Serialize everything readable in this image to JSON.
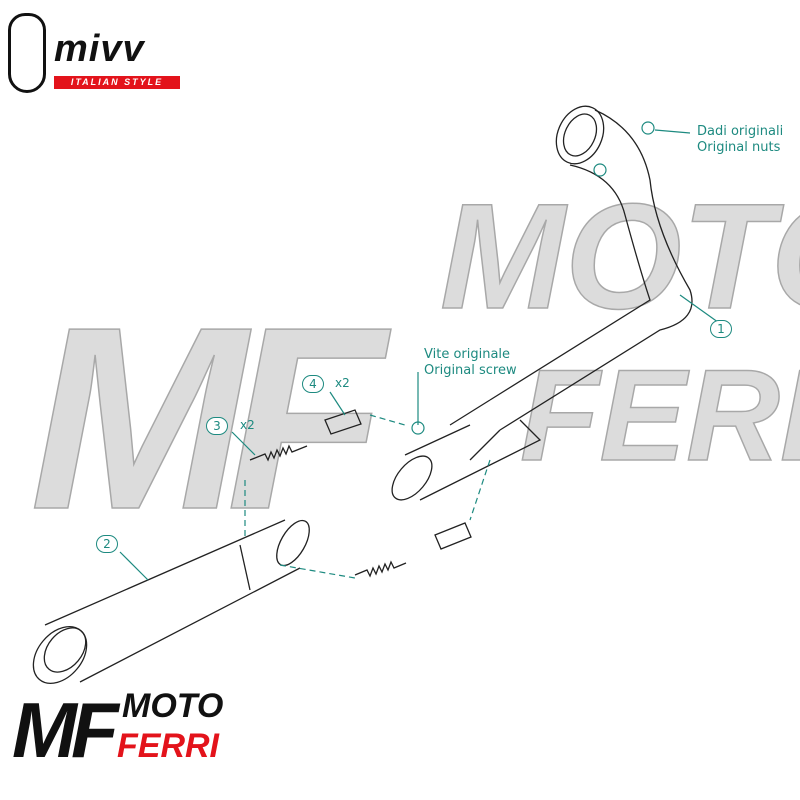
{
  "brand_logo": {
    "name": "MIVV",
    "tagline": "ITALIAN STYLE",
    "accent": "#e3131b"
  },
  "watermark": {
    "line1": "MOTO",
    "line2": "FERRI",
    "initials": "MF"
  },
  "footer_logo": {
    "initials": "MF",
    "line1": "MOTO",
    "line2": "FERRI",
    "accent": "#e3131b"
  },
  "callouts": {
    "nuts": {
      "it": "Dadi originali",
      "en": "Original nuts"
    },
    "screw": {
      "it": "Vite originale",
      "en": "Original screw"
    }
  },
  "parts": [
    {
      "number": "1",
      "qty": ""
    },
    {
      "number": "2",
      "qty": ""
    },
    {
      "number": "3",
      "qty": "x2"
    },
    {
      "number": "4",
      "qty": "x2"
    }
  ],
  "colors": {
    "callout": "#1d8a80",
    "line": "#222222",
    "watermark": "#bbbbbb"
  }
}
